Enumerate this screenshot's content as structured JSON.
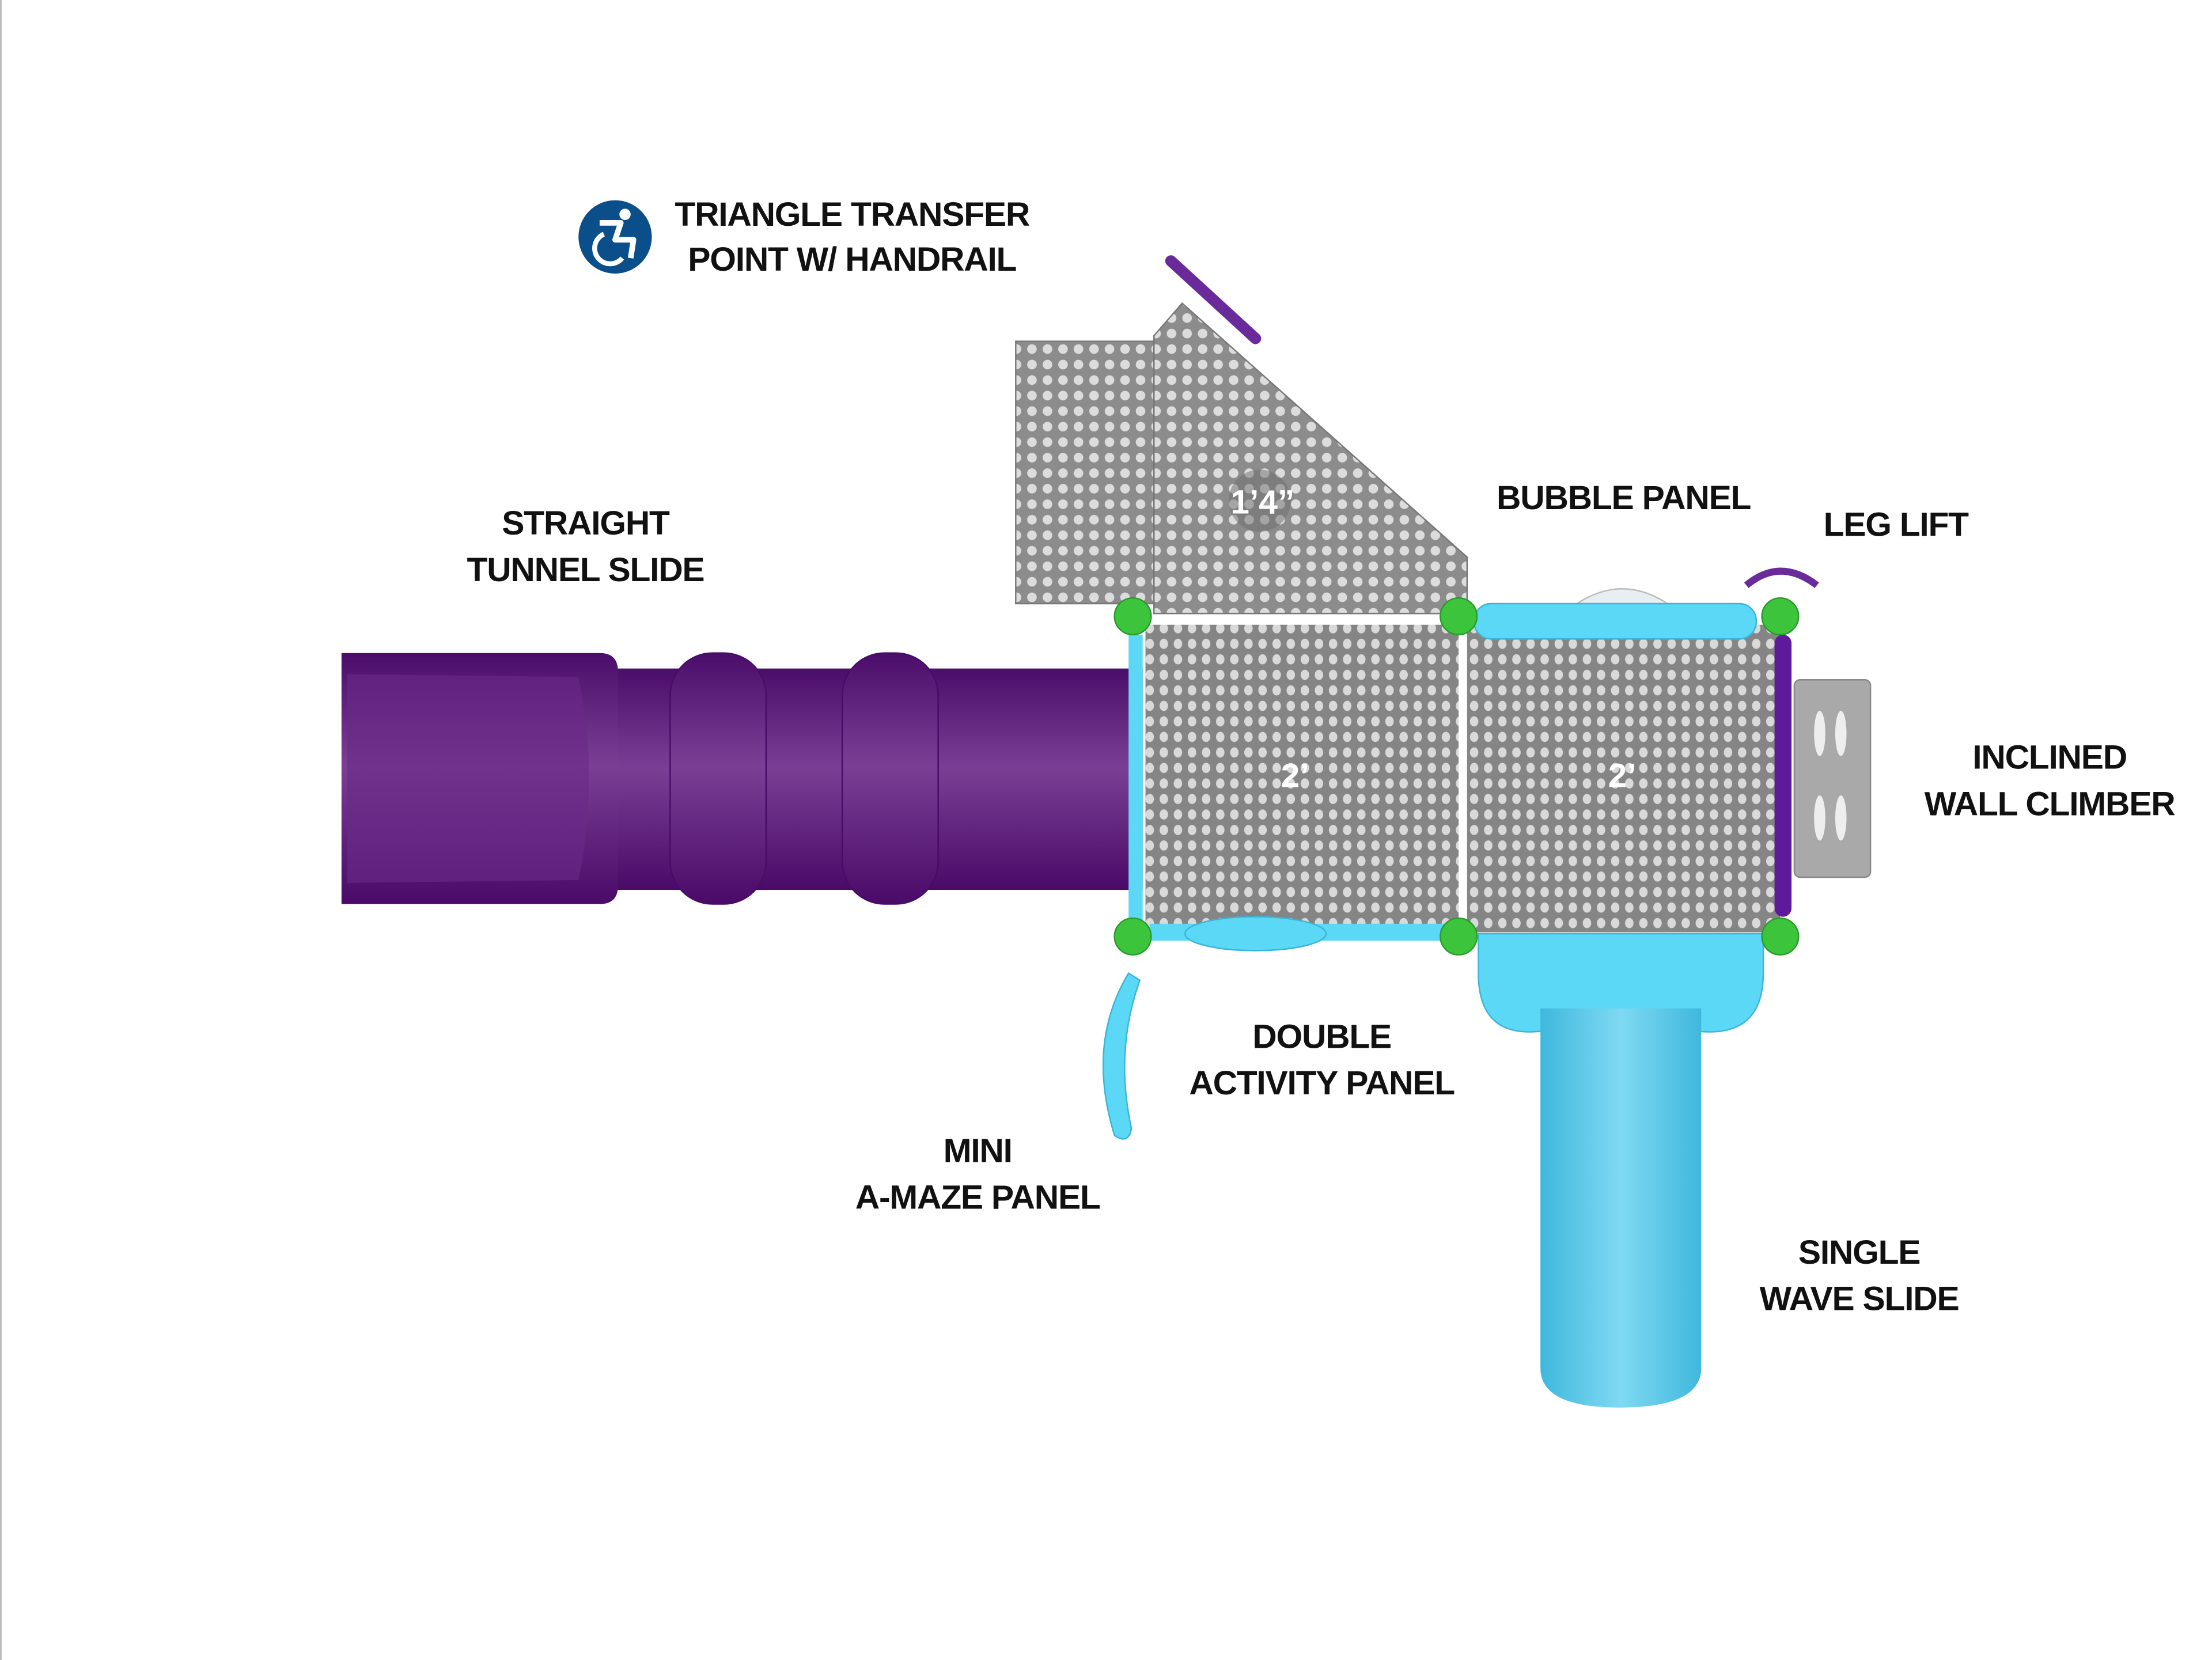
{
  "labels": {
    "triangle_transfer": [
      "TRIANGLE TRANSFER",
      "POINT W/ HANDRAIL"
    ],
    "tunnel_slide": [
      "STRAIGHT",
      "TUNNEL SLIDE"
    ],
    "bubble_panel": [
      "BUBBLE PANEL"
    ],
    "leg_lift": [
      "LEG LIFT"
    ],
    "wall_climber": [
      "INCLINED",
      "WALL CLIMBER"
    ],
    "activity_panel": [
      "DOUBLE",
      "ACTIVITY PANEL"
    ],
    "maze_panel": [
      "MINI",
      "A-MAZE PANEL"
    ],
    "wave_slide": [
      "SINGLE",
      "WAVE SLIDE"
    ]
  },
  "dimensions": {
    "transfer_height": "1’4”",
    "deck_left_height": "2’",
    "deck_right_height": "2’"
  },
  "icons": {
    "accessibility": "wheelchair-accessible-icon"
  },
  "colors": {
    "purple": "#5e1a7e",
    "blue": "#5ad8f5",
    "green": "#3cc43c",
    "steel": "#8a8a8a",
    "accessible_blue": "#0a4f8a"
  }
}
